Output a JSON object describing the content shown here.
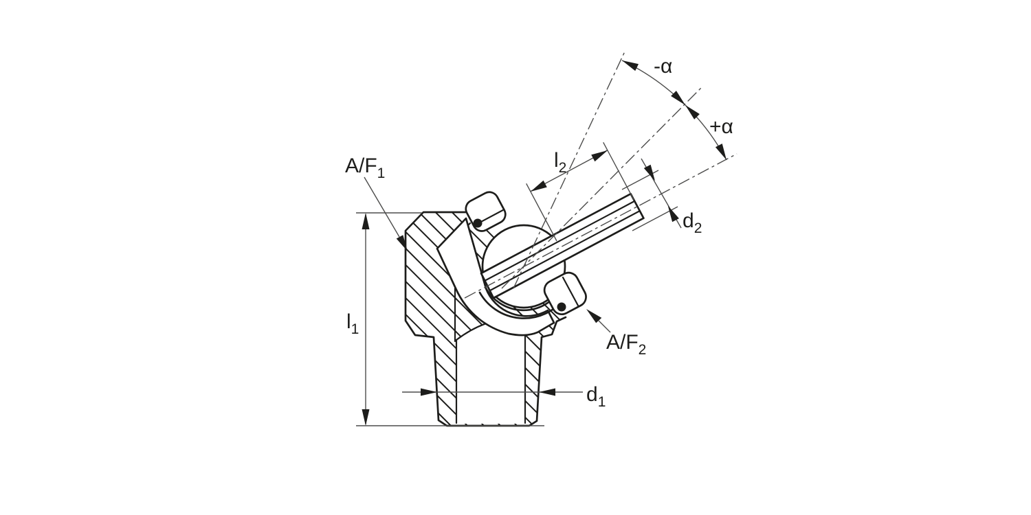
{
  "figure": {
    "labels": {
      "af1": {
        "base": "A/F",
        "sub": "1"
      },
      "af2": {
        "base": "A/F",
        "sub": "2"
      },
      "l1": {
        "base": "l",
        "sub": "1"
      },
      "l2": {
        "base": "l",
        "sub": "2"
      },
      "d1": {
        "base": "d",
        "sub": "1"
      },
      "d2": {
        "base": "d",
        "sub": "2"
      },
      "alpha_minus": {
        "text": "-α"
      },
      "alpha_plus": {
        "text": "+α"
      }
    },
    "colors": {
      "line": "#1d1d1b",
      "thin_line": "#4c4c4b",
      "background": "#ffffff"
    }
  }
}
